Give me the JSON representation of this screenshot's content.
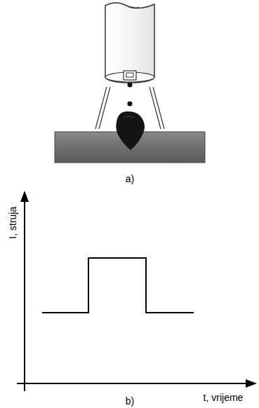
{
  "diagram": {
    "labels": [
      "a)",
      "I, struja",
      "t, vrijeme",
      "b)"
    ]
  }
}
